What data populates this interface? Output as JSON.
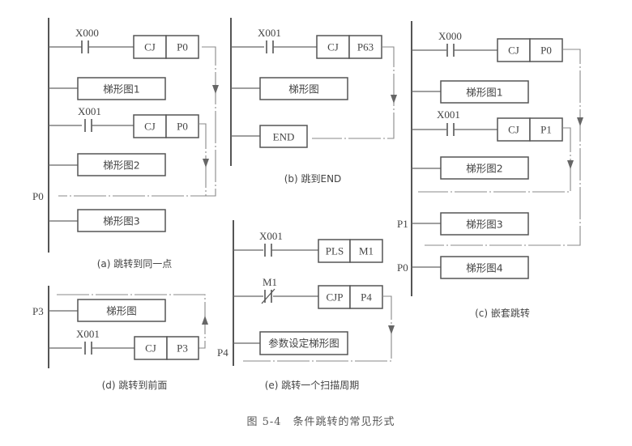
{
  "figure_caption": "图 5-4　条件跳转的常见形式",
  "panels": {
    "a": {
      "caption": "(a) 跳转到同一点",
      "rung1": {
        "contact": "X000",
        "instr": "CJ",
        "operand": "P0"
      },
      "block1": "梯形图1",
      "rung2": {
        "contact": "X001",
        "instr": "CJ",
        "operand": "P0"
      },
      "block2": "梯形图2",
      "label_p": "P0",
      "block3": "梯形图3"
    },
    "b": {
      "caption": "(b) 跳到END",
      "rung1": {
        "contact": "X001",
        "instr": "CJ",
        "operand": "P63"
      },
      "block1": "梯形图",
      "end": "END"
    },
    "c": {
      "caption": "(c) 嵌套跳转",
      "rung1": {
        "contact": "X000",
        "instr": "CJ",
        "operand": "P0"
      },
      "block1": "梯形图1",
      "rung2": {
        "contact": "X001",
        "instr": "CJ",
        "operand": "P1"
      },
      "block2": "梯形图2",
      "label_p1": "P1",
      "block3": "梯形图3",
      "label_p0": "P0",
      "block4": "梯形图4"
    },
    "d": {
      "caption": "(d) 跳转到前面",
      "label_p": "P3",
      "block1": "梯形图",
      "rung1": {
        "contact": "X001",
        "instr": "CJ",
        "operand": "P3"
      }
    },
    "e": {
      "caption": "(e) 跳转一个扫描周期",
      "rung1": {
        "contact": "X001",
        "instr": "PLS",
        "operand": "M1"
      },
      "rung2": {
        "contact": "M1",
        "contact_type": "normally-closed",
        "instr": "CJP",
        "operand": "P4"
      },
      "block1": "参数设定梯形图",
      "label_p": "P4"
    }
  }
}
